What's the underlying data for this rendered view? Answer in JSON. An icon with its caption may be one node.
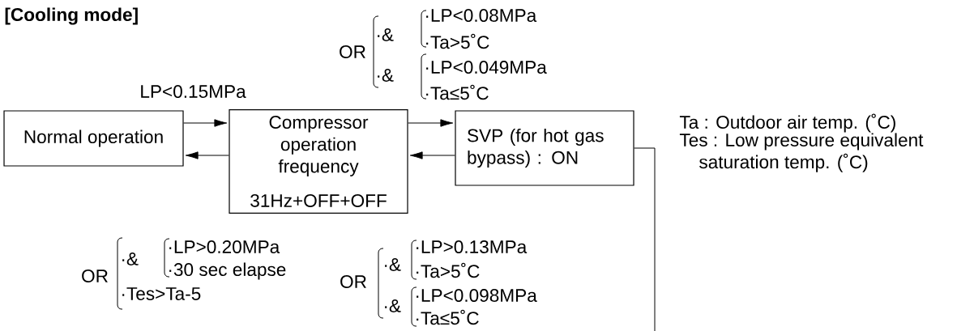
{
  "diagram": {
    "title": "[Cooling mode]",
    "nodes": [
      {
        "text": [
          "Normal operation"
        ]
      },
      {
        "text": [
          "Compressor operation frequency",
          "31Hz+OFF+OFF"
        ]
      },
      {
        "text": [
          "SVP (for hot gas bypass) : ON"
        ]
      }
    ],
    "edges": [
      {
        "from": 0,
        "to": 1,
        "arrow": "to",
        "label": "LP<0.15MPa"
      },
      {
        "from": 1,
        "to": 0,
        "arrow": "to"
      },
      {
        "from": 1,
        "to": 2,
        "arrow": "to"
      },
      {
        "from": 2,
        "to": 1,
        "arrow": "to"
      },
      {
        "from": 2,
        "to": null,
        "arrow": "none"
      }
    ],
    "labels": [
      "OR",
      "·&",
      "·LP<0.08MPa",
      "·Ta>5˚C",
      "·&",
      "·LP<0.049MPa",
      "·Ta≤5˚C",
      "Ta : Outdoor air temp. (˚C)",
      "Tes : Low pressure equivalent saturation temp. (˚C)",
      "OR",
      "·&",
      "·LP>0.20MPa",
      "·30 sec elapse",
      "·Tes>Ta-5",
      "OR",
      "·&",
      "·LP>0.13MPa",
      "·Ta>5˚C",
      "·&",
      "·LP<0.098MPa",
      "·Ta≤5˚C"
    ]
  }
}
